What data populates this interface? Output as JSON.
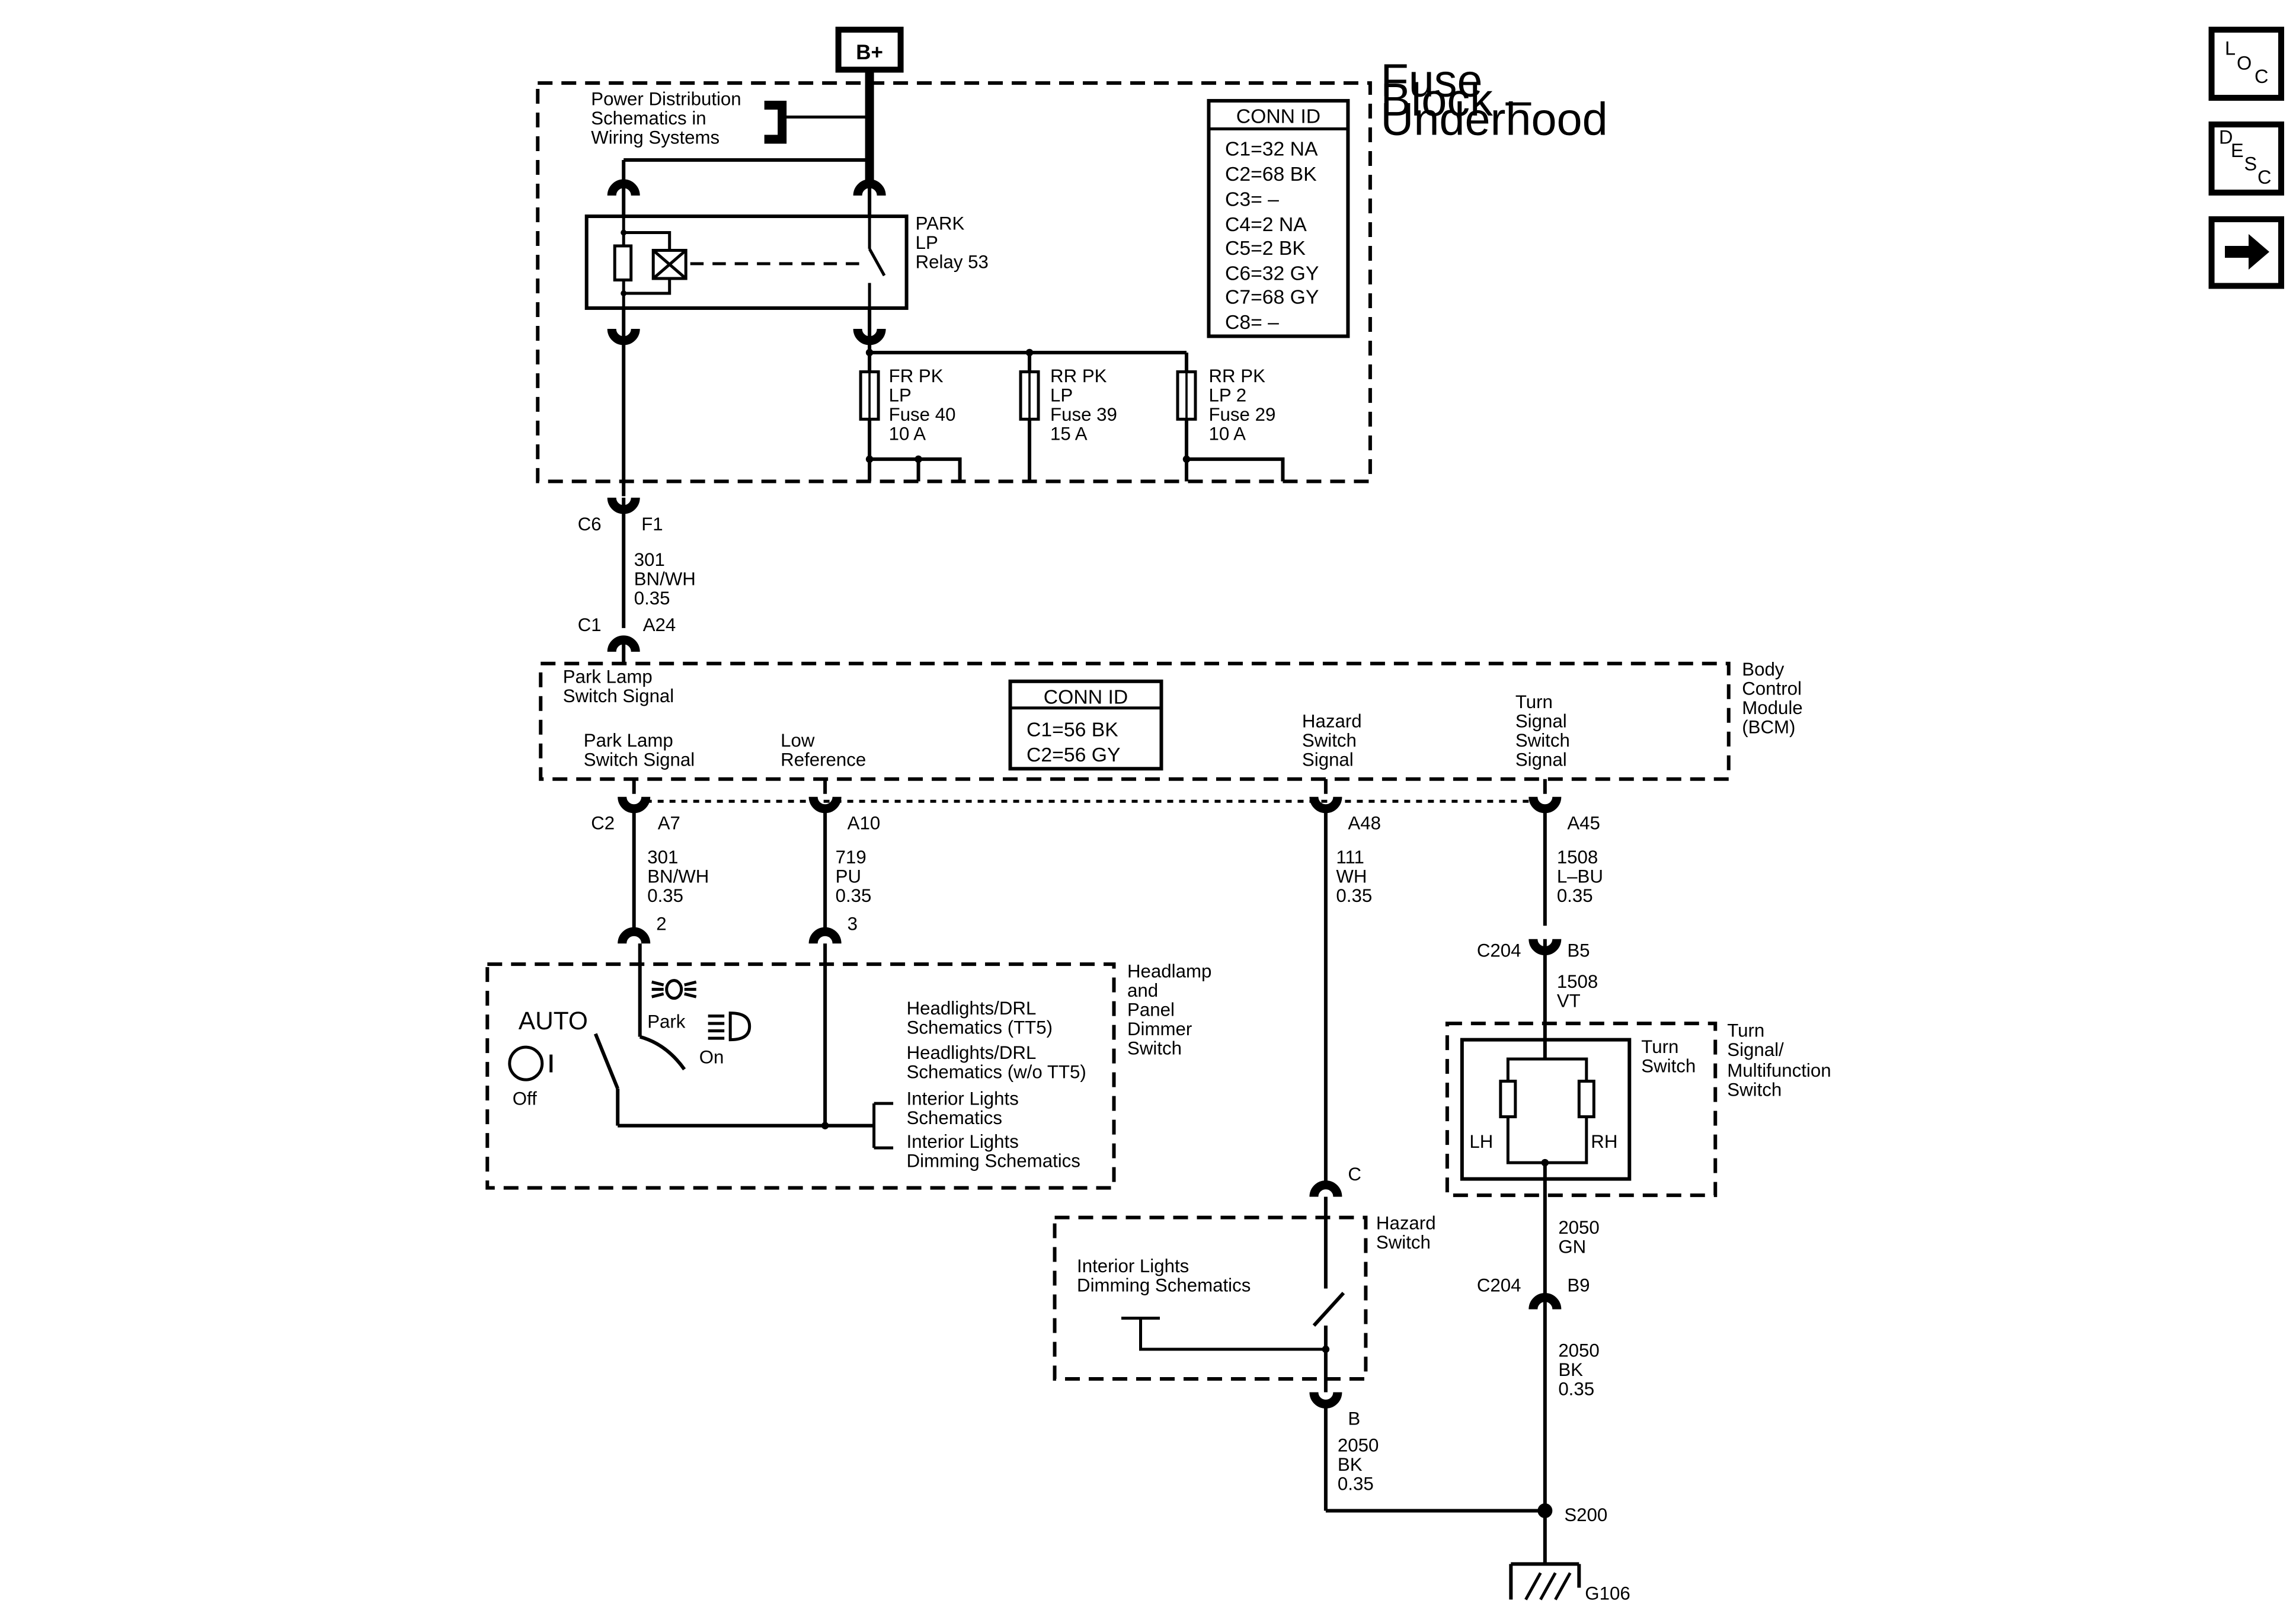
{
  "power": {
    "label": "B+"
  },
  "fuse_block": {
    "title_lines": [
      "Fuse",
      "Block –",
      "Underhood"
    ],
    "pd_note": [
      "Power Distribution",
      "Schematics in",
      "Wiring Systems"
    ],
    "relay_lines": [
      "PARK",
      "LP",
      "Relay 53"
    ],
    "conn_title": "CONN ID",
    "conn_rows": [
      "C1=32 NA",
      "C2=68 BK",
      "C3= –",
      "C4=2 NA",
      "C5=2 BK",
      "C6=32 GY",
      "C7=68 GY",
      "C8= –"
    ],
    "fuses": [
      {
        "lines": [
          "FR PK",
          "LP",
          "Fuse 40",
          "10 A"
        ]
      },
      {
        "lines": [
          "RR PK",
          "LP",
          "Fuse 39",
          "15 A"
        ]
      },
      {
        "lines": [
          "RR PK",
          "LP 2",
          "Fuse 29",
          "10 A"
        ]
      }
    ]
  },
  "wire_top": {
    "conn_left": "C6",
    "pin": "F1",
    "wire_lines": [
      "301",
      "BN/WH",
      "0.35"
    ],
    "bcm_conn": "C1",
    "bcm_pin": "A24"
  },
  "bcm": {
    "title_lines": [
      "Body",
      "Control",
      "Module",
      "(BCM)"
    ],
    "top_signal": [
      "Park Lamp",
      "Switch Signal"
    ],
    "conn_title": "CONN ID",
    "conn_rows": [
      "C1=56 BK",
      "C2=56 GY"
    ],
    "signals": [
      {
        "lines": [
          "Park Lamp",
          "Switch Signal"
        ]
      },
      {
        "lines": [
          "Low",
          "Reference"
        ]
      },
      {
        "lines": [
          "Hazard",
          "Switch",
          "Signal"
        ]
      },
      {
        "lines": [
          "Turn",
          "Signal",
          "Switch",
          "Signal"
        ]
      }
    ],
    "conn_c2": "C2",
    "pins": [
      "A7",
      "A10",
      "A48",
      "A45"
    ]
  },
  "wires": {
    "w1": [
      "301",
      "BN/WH",
      "0.35"
    ],
    "w2": [
      "719",
      "PU",
      "0.35"
    ],
    "w3": [
      "111",
      "WH",
      "0.35"
    ],
    "w4": [
      "1508",
      "L–BU",
      "0.35"
    ],
    "w4b": [
      "1508",
      "VT"
    ],
    "w5": [
      "2050",
      "GN"
    ],
    "w6": [
      "2050",
      "BK",
      "0.35"
    ],
    "w7": [
      "2050",
      "BK",
      "0.35"
    ]
  },
  "headlamp": {
    "title_lines": [
      "Headlamp",
      "and",
      "Panel",
      "Dimmer",
      "Switch"
    ],
    "pin_park": "2",
    "pin_low": "3",
    "auto": "AUTO",
    "park": "Park",
    "on": "On",
    "off": "Off",
    "notes": [
      "Headlights/DRL",
      "Schematics (TT5)",
      "Headlights/DRL",
      "Schematics (w/o TT5)",
      "Interior Lights",
      "Schematics",
      "Interior Lights",
      "Dimming Schematics"
    ]
  },
  "turn": {
    "conn": "C204",
    "pin_in": "B5",
    "title_lines": [
      "Turn",
      "Signal/",
      "Multifunction",
      "Switch"
    ],
    "switch_lines": [
      "Turn",
      "Switch"
    ],
    "lh": "LH",
    "rh": "RH",
    "conn_out": "C204",
    "pin_out": "B9"
  },
  "hazard": {
    "title_lines": [
      "Hazard",
      "Switch"
    ],
    "pin_c": "C",
    "pin_b": "B",
    "notes": [
      "Interior Lights",
      "Dimming Schematics"
    ]
  },
  "ground": {
    "splice": "S200",
    "ground": "G106"
  },
  "side_buttons": [
    {
      "icon": "loc-icon",
      "chars": [
        "L",
        "O",
        "C"
      ]
    },
    {
      "icon": "desc-icon",
      "chars": [
        "D",
        "E",
        "S",
        "C"
      ]
    },
    {
      "icon": "arrow-right-icon"
    }
  ]
}
